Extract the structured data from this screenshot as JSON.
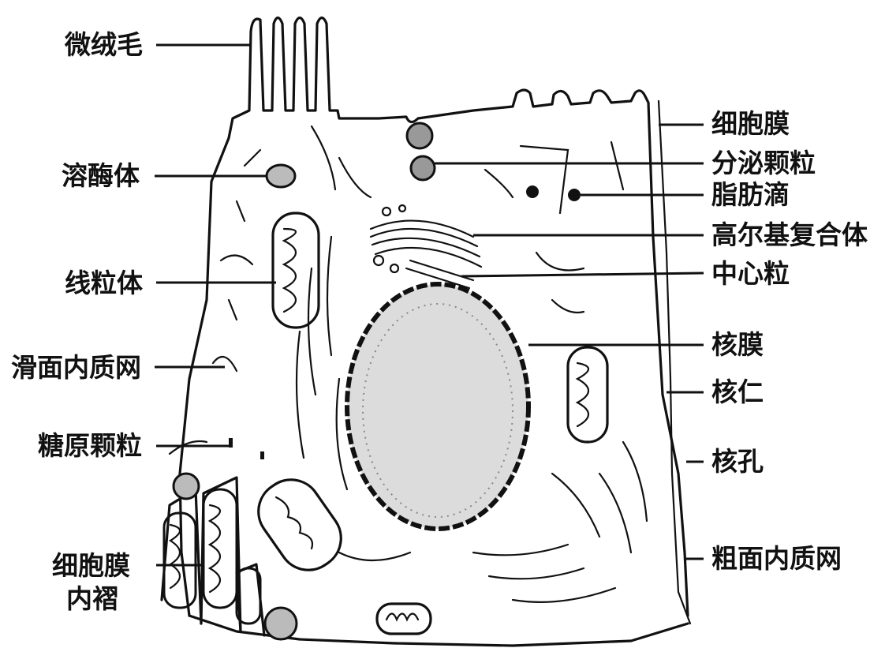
{
  "labels": {
    "microvilli": "微绒毛",
    "lysosome": "溶酶体",
    "mitochondria": "线粒体",
    "smooth_er": "滑面内质网",
    "glycogen": "糖原颗粒",
    "infolding_line1": "细胞膜",
    "infolding_line2": "内褶",
    "cell_membrane": "细胞膜",
    "secretory_granule": "分泌颗粒",
    "lipid_droplet": "脂肪滴",
    "golgi": "高尔基复合体",
    "centriole": "中心粒",
    "nuclear_envelope": "核膜",
    "nucleolus": "核仁",
    "nuclear_pore": "核孔",
    "rough_er": "粗面内质网"
  }
}
